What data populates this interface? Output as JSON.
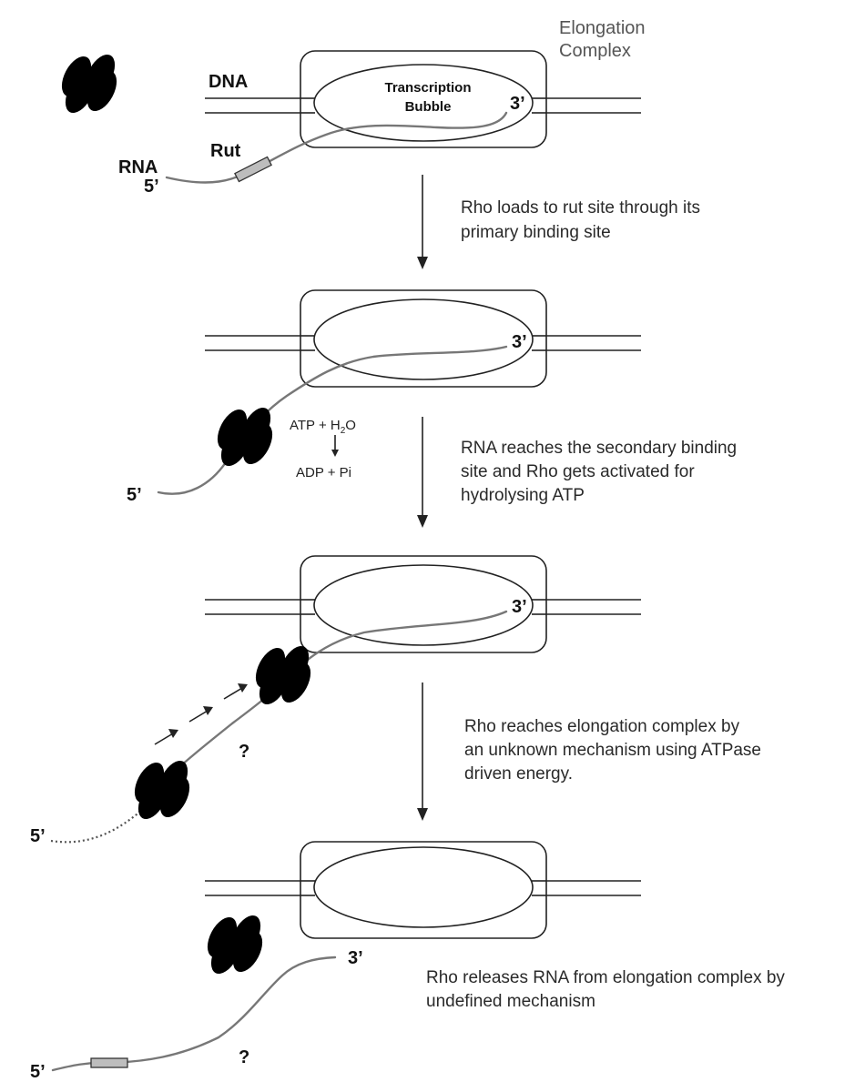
{
  "header": {
    "line1": "Elongation",
    "line2": "Complex"
  },
  "labels": {
    "dna": "DNA",
    "rna": "RNA",
    "rut": "Rut",
    "bubble_line1": "Transcription",
    "bubble_line2": "Bubble",
    "five_prime": "5’",
    "three_prime": "3’",
    "question": "?"
  },
  "reaction": {
    "reactants_a": "ATP + H",
    "reactants_sub": "2",
    "reactants_b": "O",
    "products": "ADP + Pi"
  },
  "steps": [
    {
      "lines": [
        "Rho loads to rut site through its",
        "primary binding site"
      ]
    },
    {
      "lines": [
        "RNA reaches the secondary binding",
        "site and Rho gets activated for",
        "hydrolysing ATP"
      ]
    },
    {
      "lines": [
        "Rho reaches elongation complex by",
        "an unknown mechanism using ATPase",
        "driven energy."
      ]
    },
    {
      "lines": [
        "Rho releases RNA from elongation complex by",
        "undefined mechanism"
      ]
    }
  ],
  "colors": {
    "rho_active": "#6b6b6b",
    "rho_previous_position": "#c9c9c9",
    "rna_strand": "#777777"
  }
}
